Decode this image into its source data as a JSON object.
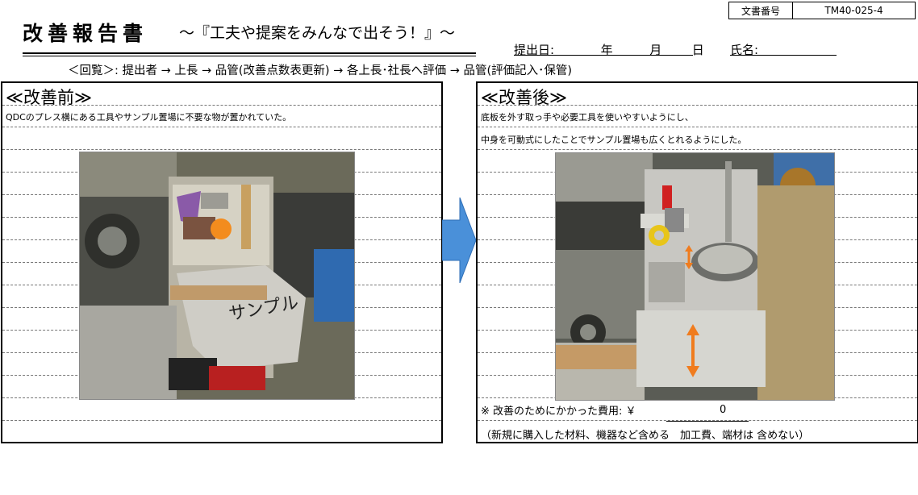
{
  "header": {
    "title": "改善報告書",
    "subtitle": "〜『工夫や提案をみんなで出そう！』〜",
    "doc_number_label": "文書番号",
    "doc_number": "TM40-025-4",
    "submit_date_label": "提出日:",
    "year": "年",
    "month": "月",
    "day": "日",
    "name_label": "氏名:",
    "flow": "＜回覧＞: 提出者 → 上長 → 品管(改善点数表更新) → 各上長･社長へ評価 → 品管(評価記入･保管)"
  },
  "before": {
    "heading": "≪改善前≫",
    "note": "QDCのプレス横にある工具やサンプル置場に不要な物が置かれていた。",
    "photo_label": "サンプル"
  },
  "after": {
    "heading": "≪改善後≫",
    "note1": "底板を外す取っ手や必要工具を使いやすいようにし、",
    "note2": "中身を可動式にしたことでサンプル置場も広くとれるようにした。",
    "cost_label": "※ 改善のためにかかった費用: ￥",
    "cost_value": "0",
    "cost_note": "（新規に購入した材料、機器など含める　加工費、端材は 含めない）"
  },
  "colors": {
    "arrow": "#4a90d9",
    "orange_arrow": "#f07c1e"
  }
}
